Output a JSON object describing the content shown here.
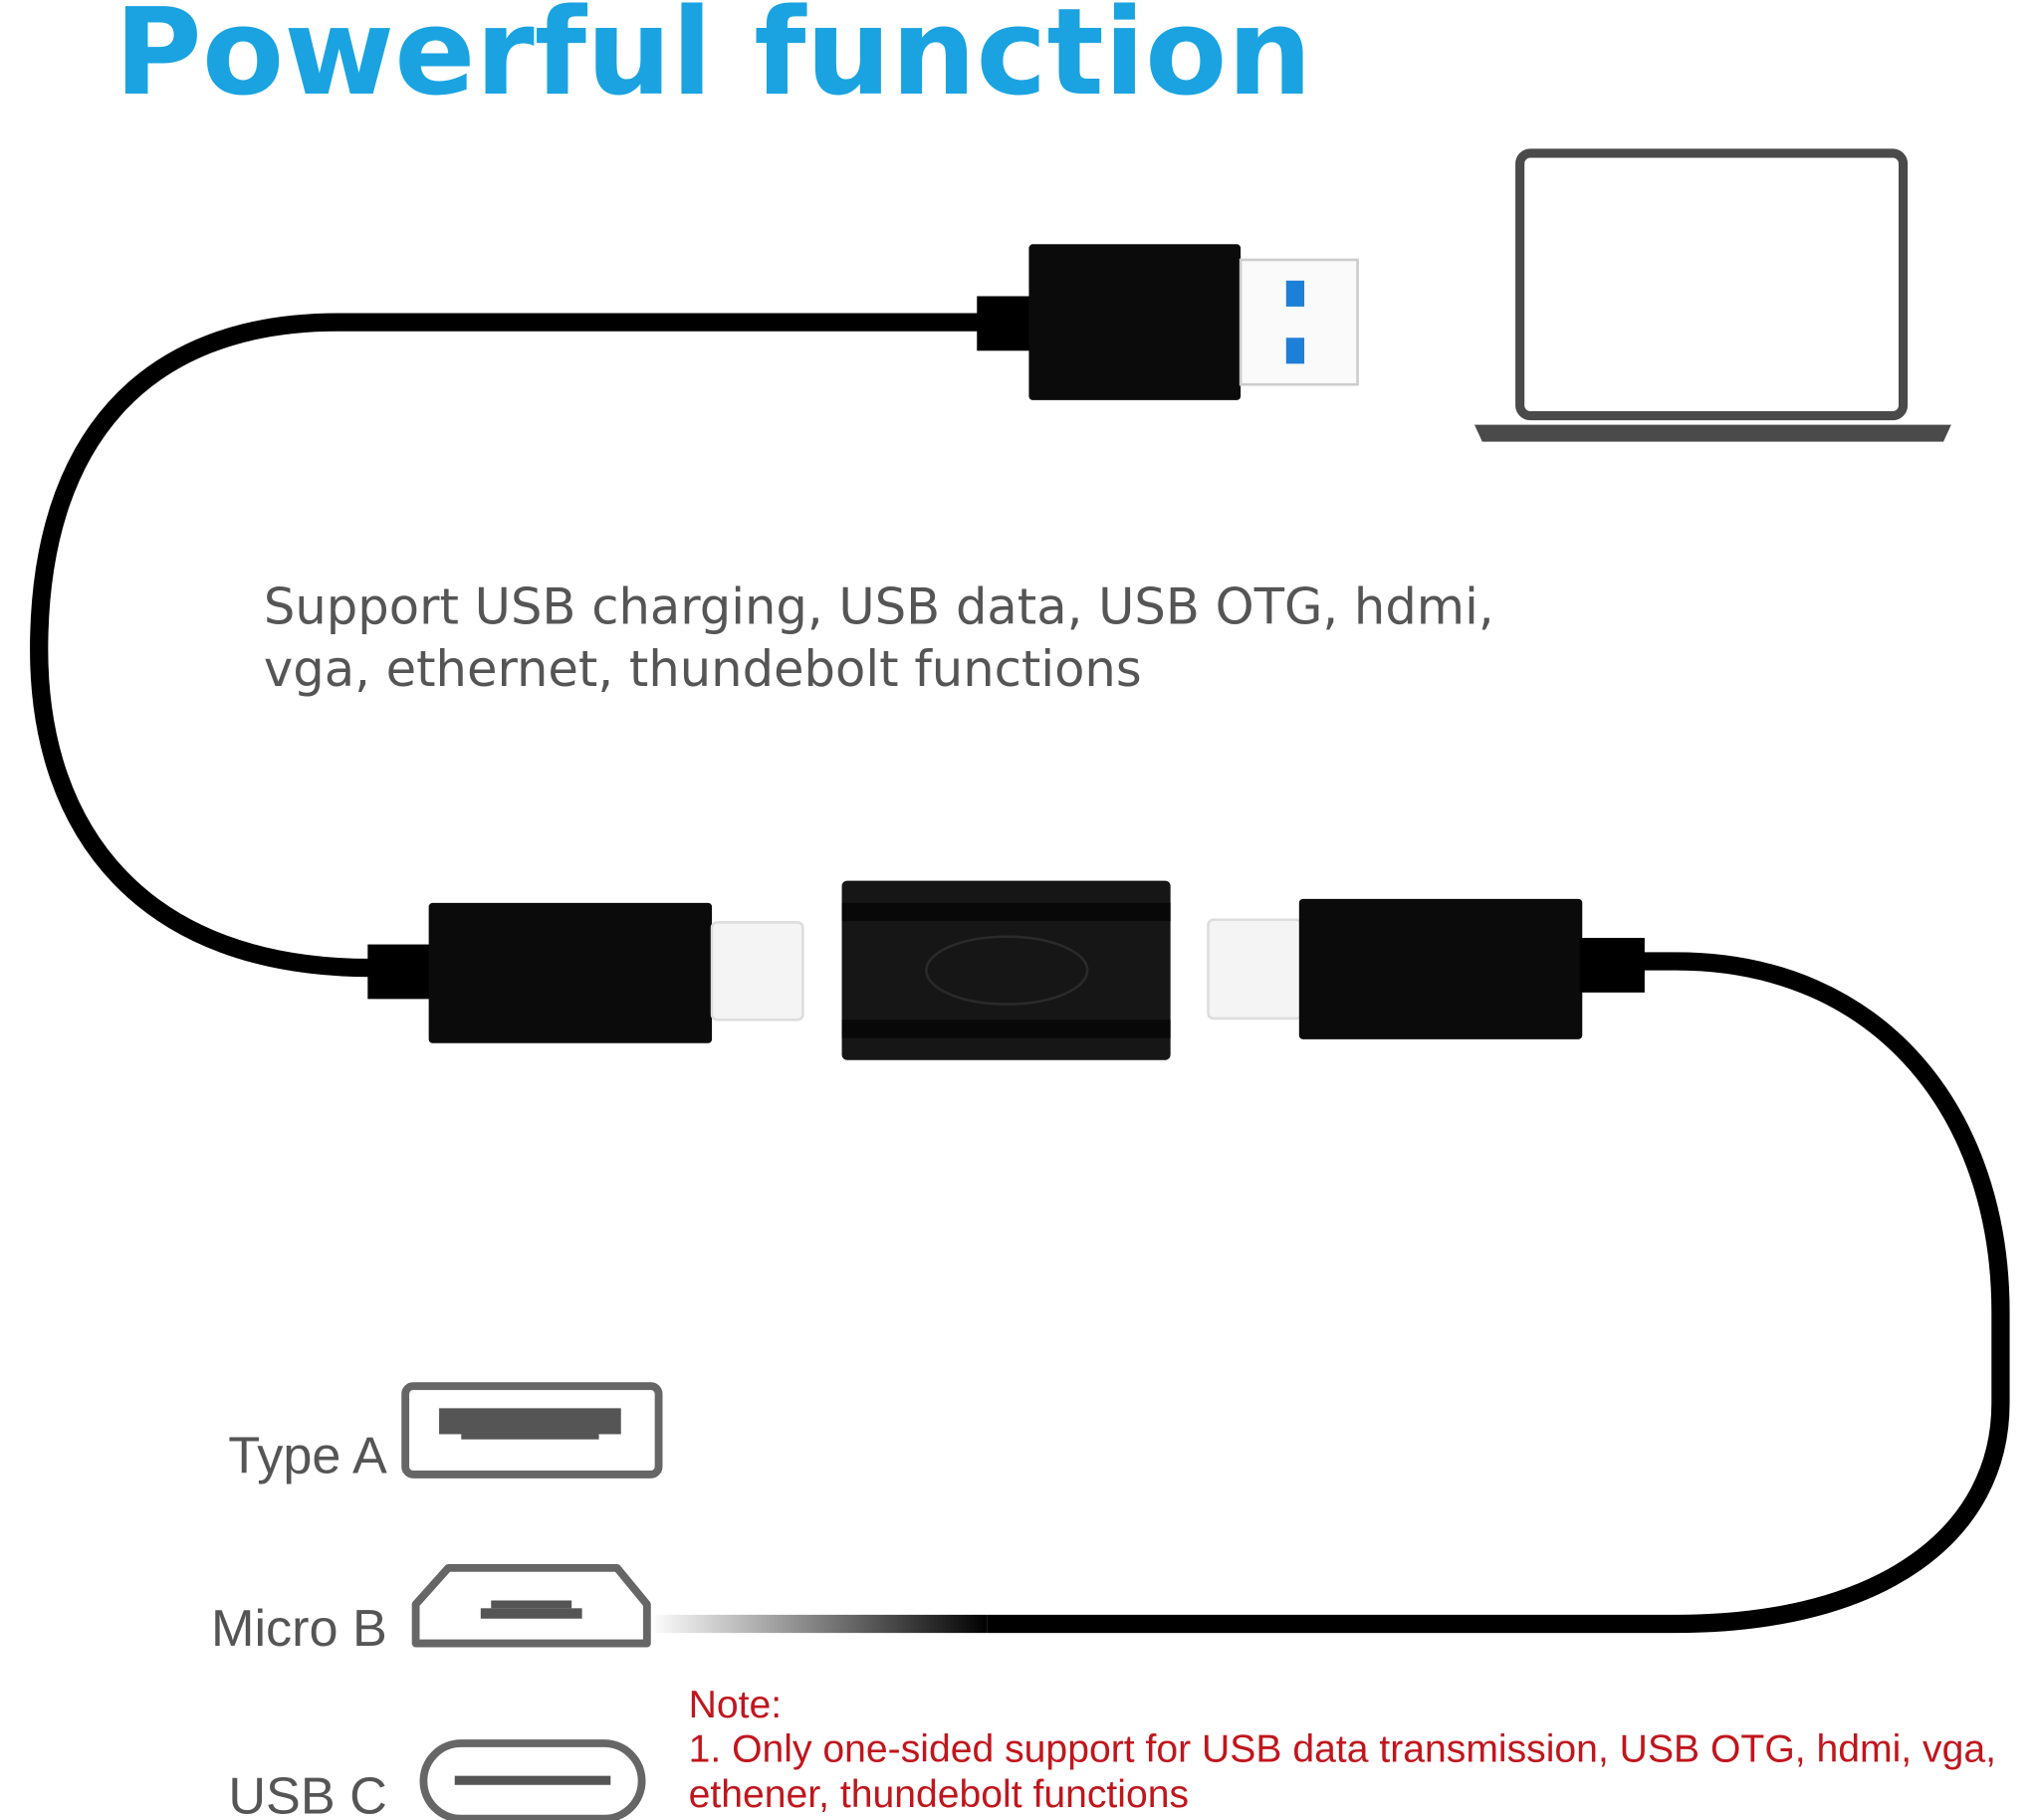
{
  "title": "Powerful function",
  "description": {
    "line1": "Support USB charging, USB data, USB OTG, hdmi,",
    "line2": "vga, ethernet, thundebolt functions"
  },
  "connector_types": [
    {
      "label": "Type A",
      "icon": "usb-type-a-port-icon"
    },
    {
      "label": "Micro B",
      "icon": "micro-b-port-icon"
    },
    {
      "label": "USB C",
      "icon": "usb-c-port-icon"
    }
  ],
  "note": {
    "heading": "Note:",
    "line1": "1. Only one-sided support for USB data transmission, USB OTG, hdmi, vga,",
    "line2": "ethener, thundebolt functions"
  },
  "colors": {
    "title": "#1aa3e0",
    "note": "#c0161d",
    "usb3_pin": "#1e7fd6",
    "text": "#555555"
  }
}
